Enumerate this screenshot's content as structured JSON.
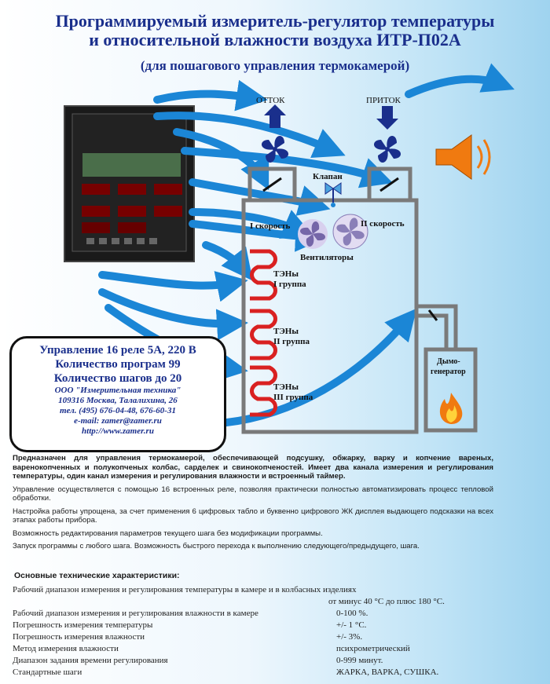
{
  "header": {
    "title_line1": "Программируемый измеритель-регулятор температуры",
    "title_line2": "и относительной влажности воздуха ИТР-П02А",
    "subtitle": "(для пошагового управления термокамерой)"
  },
  "diagram": {
    "exhaust_label": "ОТТОК",
    "supply_label": "ПРИТОК",
    "valve_label": "Клапан",
    "speed1_label": "I скорость",
    "speed2_label": "II скорость",
    "fans_label": "Вентиляторы",
    "heater_groups": [
      {
        "line1": "ТЭНы",
        "line2": "I группа"
      },
      {
        "line1": "ТЭНы",
        "line2": "II группа"
      },
      {
        "line1": "ТЭНы",
        "line2": "III группа"
      }
    ],
    "smoke_gen_line1": "Дымо-",
    "smoke_gen_line2": "генератор"
  },
  "infobox": {
    "line1": "Управление 16 реле 5А, 220 В",
    "line2": "Количество програм 99",
    "line3": "Количество шагов до 20",
    "company": "ООО \"Измерительная техника\"",
    "address": "109316 Москва, Талалихина, 26",
    "phone": "тел. (495) 676-04-48, 676-60-31",
    "email": "e-mail: zamer@zamer.ru",
    "web": "http://www.zamer.ru"
  },
  "description": [
    "Предназначен для управления термокамерой, обеспечивающей подсушку, обжарку, варку и копчение вареных, варенокопченных и полукопченых колбас, сарделек и свинокопченостей. Имеет два канала измерения и регулирования температуры, один канал измерения и регулирования влажности и встроенный таймер.",
    "Управление осуществляется с помощью 16 встроенных реле, позволяя практически полностью автоматизировать процесс тепловой обработки.",
    "Настройка работы упрощена, за счет применения 6 цифровых табло и буквенно цифрового ЖК дисплея выдающего подсказки на всех этапах работы прибора.",
    "Возможность редактирования параметров текущего шага без модификации программы.",
    "Запуск программы с любого шага. Возможность быстрого перехода к выполнению следующего/предыдущего, шага."
  ],
  "specs": {
    "heading": "Основные технические характеристики:",
    "rows": [
      {
        "name": "Рабочий диапазон измерения и регулирования температуры в камере и в колбасных изделиях",
        "value": "от минус 40 °С до плюс 180 °С."
      },
      {
        "name": "Рабочий диапазон измерения и регулирования влажности в камере",
        "value": "0-100 %."
      },
      {
        "name": "Погрешность измерения температуры",
        "value": "+/- 1 °С."
      },
      {
        "name": "Погрешность измерения влажности",
        "value": "+/- 3%."
      },
      {
        "name": "Метод измерения влажности",
        "value": "психрометрический"
      },
      {
        "name": "Диапазон задания времени регулирования",
        "value": "0-999 минут."
      },
      {
        "name": "Стандартные шаги",
        "value": "ЖАРКА, ВАРКА, СУШКА."
      }
    ]
  },
  "colors": {
    "title": "#1a2f8c",
    "arrow": "#1b86d6",
    "fan": "#1a2f8c",
    "heater": "#d92121",
    "horn": "#f07a10"
  },
  "icons": [
    "fan-icon",
    "arrow-up-icon",
    "arrow-down-icon",
    "valve-icon",
    "horn-icon",
    "flame-icon",
    "heater-coil-icon"
  ]
}
